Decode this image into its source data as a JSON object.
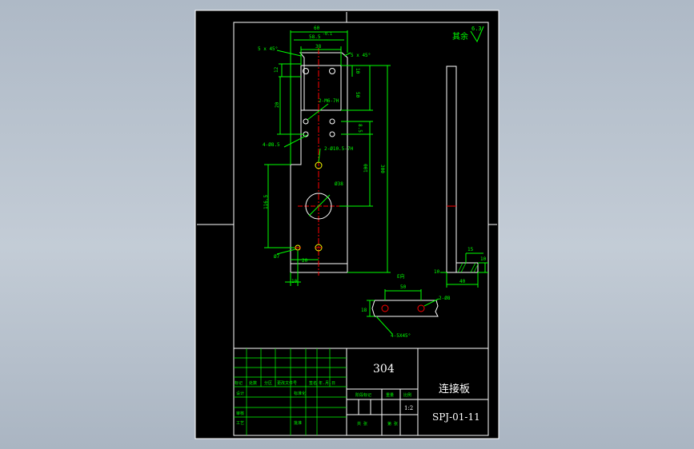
{
  "colors": {
    "paper": "#000000",
    "frame": "#ffffff",
    "part": "#ffffff",
    "dimension": "#00ff00",
    "centerline": "#ff0000",
    "hole": "#ffff00"
  },
  "roughness": {
    "label": "其余",
    "value": "6.3"
  },
  "front_view": {
    "dims": {
      "top_width": "60",
      "top_fit": "58.5",
      "top_tol": "-0.1",
      "slot_width": "38",
      "chamfer_left": "5 x 45°",
      "chamfer_right": "5 x 45°",
      "left_small": "12",
      "left_slot_depth": "20",
      "right_small": "10",
      "right_slot": "50",
      "tap_holes": "2-M6-7H",
      "tap_spacing": "8.5",
      "hole_4": "4-Ø8.5",
      "hole_2": "2-Ø10.5-7H",
      "height_100": "100",
      "height_total": "300",
      "big_hole": "Ø38",
      "left_height": "116.5",
      "small_hole": "Ø7",
      "bottom_offset": "20",
      "bottom_small": "10"
    }
  },
  "side_view": {
    "dims": {
      "thickness": "15",
      "height_small": "10",
      "width": "40",
      "edge": "10"
    }
  },
  "detail_view": {
    "dims": {
      "label": "E向",
      "spacing": "50",
      "hole": "2-Ø8",
      "height": "18",
      "chamfer": "4-5X45°"
    }
  },
  "title_block": {
    "material": "304",
    "part_name": "连接板",
    "drawing_no": "SPJ-01-11",
    "scale": "1:2",
    "headers": [
      "标记",
      "处数",
      "分区",
      "更改文件号",
      "签名",
      "年.月.日"
    ],
    "role_labels": [
      "设计",
      "标准化",
      "审核",
      "工艺"
    ],
    "cert_label": "阶段标记",
    "weight_label": "重量",
    "scale_label": "比例",
    "sheets_label": "共 张",
    "sheet_label": "第 张",
    "approve_label": "批准"
  }
}
